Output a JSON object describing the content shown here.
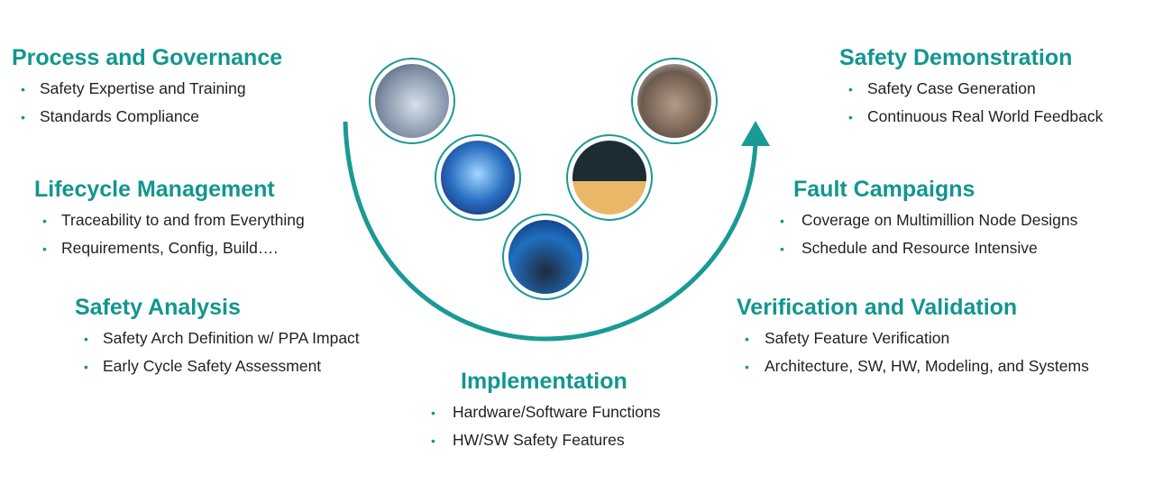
{
  "accent": "#12968f",
  "sections": [
    {
      "title": "Process and Governance",
      "items": [
        "Safety Expertise and Training",
        "Standards Compliance"
      ]
    },
    {
      "title": "Lifecycle Management",
      "items": [
        "Traceability to and from Everything",
        "Requirements, Config, Build…."
      ]
    },
    {
      "title": "Safety Analysis",
      "items": [
        "Safety Arch Definition w/ PPA Impact",
        "Early Cycle Safety Assessment"
      ]
    },
    {
      "title": "Implementation",
      "items": [
        "Hardware/Software Functions",
        "HW/SW Safety Features"
      ]
    },
    {
      "title": "Verification and Validation",
      "items": [
        "Safety Feature Verification",
        "Architecture, SW, HW, Modeling, and Systems"
      ]
    },
    {
      "title": "Fault Campaigns",
      "items": [
        "Coverage on Multimillion Node Designs",
        "Schedule and Resource Intensive"
      ]
    },
    {
      "title": "Safety Demonstration",
      "items": [
        "Safety Case Generation",
        "Continuous Real World Feedback"
      ]
    }
  ],
  "bullet": "•"
}
